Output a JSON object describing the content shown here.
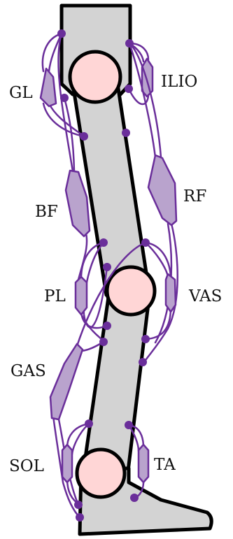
{
  "muscles": [
    {
      "id": "gl",
      "label": "GL"
    },
    {
      "id": "ilio",
      "label": "ILIO"
    },
    {
      "id": "bf",
      "label": "BF"
    },
    {
      "id": "rf",
      "label": "RF"
    },
    {
      "id": "pl",
      "label": "PL"
    },
    {
      "id": "vas",
      "label": "VAS"
    },
    {
      "id": "gas",
      "label": "GAS"
    },
    {
      "id": "sol",
      "label": "SOL"
    },
    {
      "id": "ta",
      "label": "TA"
    }
  ],
  "colors": {
    "bone": "#d3d3d3",
    "joint": "#ffd6d6",
    "muscle_fill": "#b9a3cd",
    "muscle_stroke": "#6a2e9a",
    "outline": "#000000"
  }
}
